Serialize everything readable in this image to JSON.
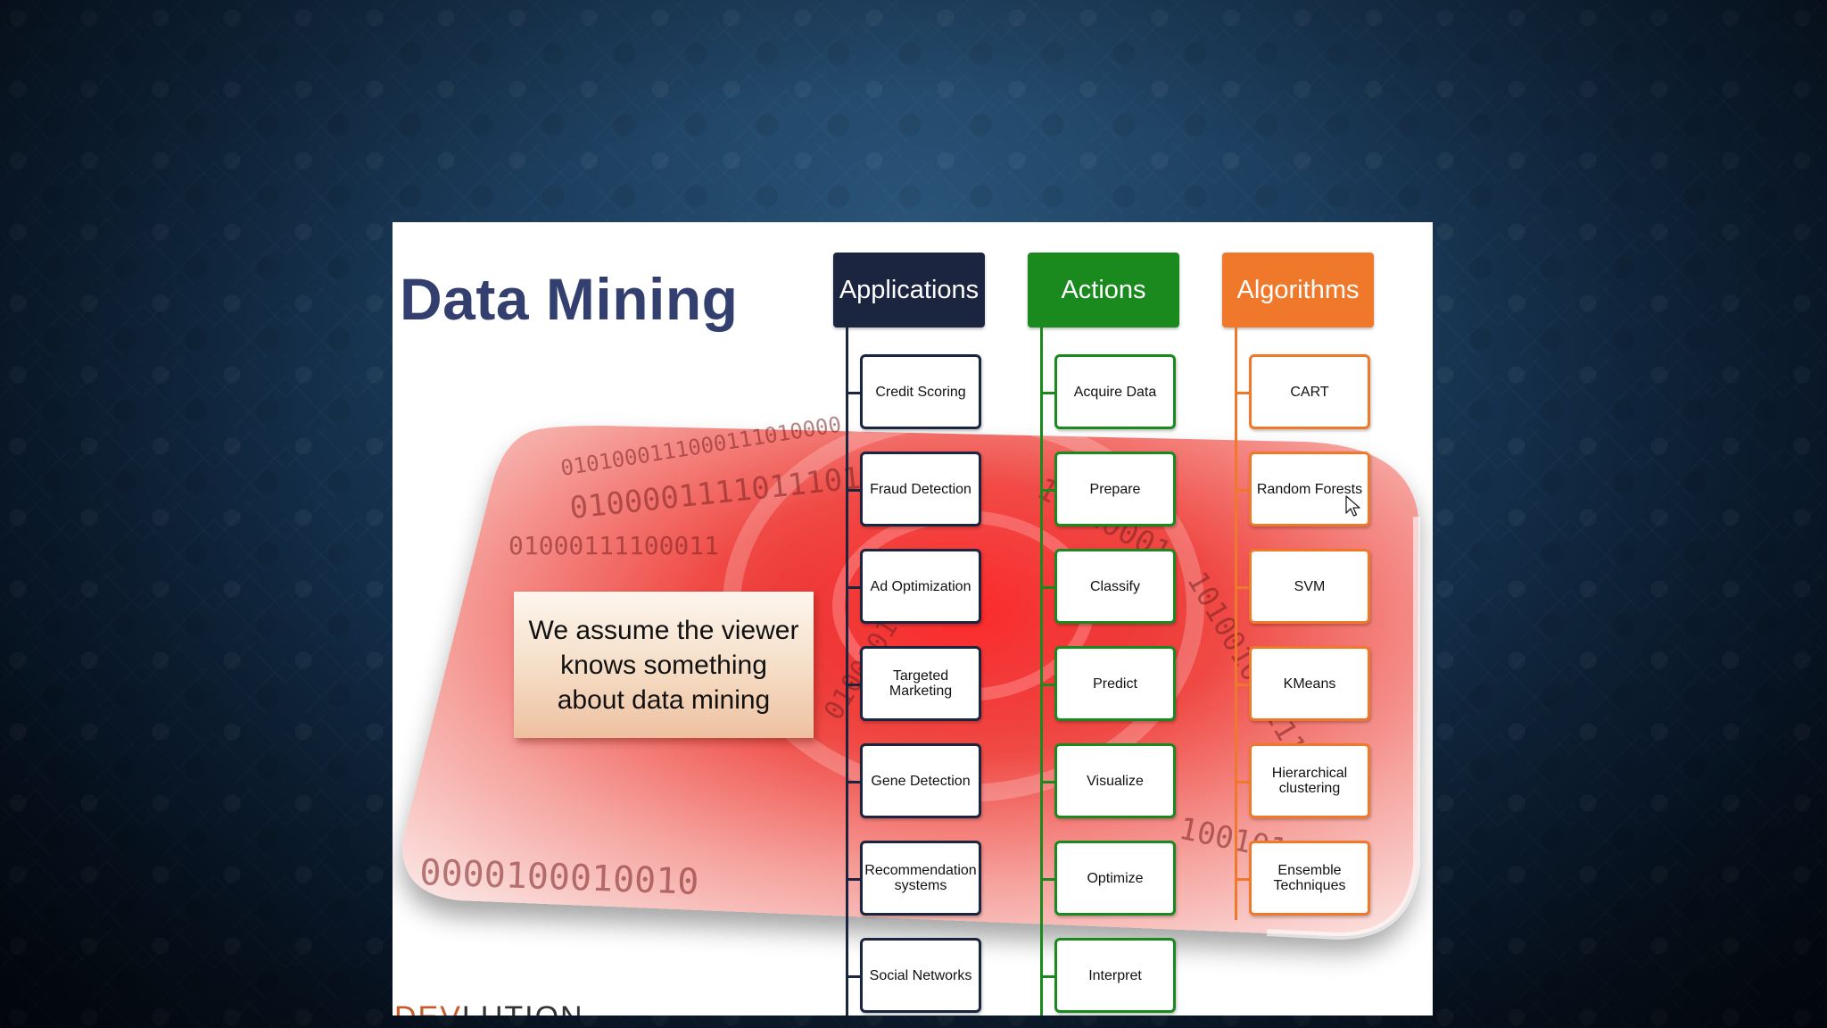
{
  "slide": {
    "title": "Data Mining",
    "callout_text": "We assume the viewer\nknows something\nabout data mining",
    "logo_left": "DEV",
    "logo_right": "LUTION"
  },
  "colors": {
    "title": "#33406f",
    "applications": "#1c2540",
    "actions": "#1a8a1f",
    "algorithms": "#f0782a"
  },
  "columns": [
    {
      "header": "Applications",
      "color": "#1c2540",
      "items": [
        "Credit Scoring",
        "Fraud Detection",
        "Ad Optimization",
        "Targeted\nMarketing",
        "Gene Detection",
        "Recommendation\nsystems",
        "Social Networks"
      ]
    },
    {
      "header": "Actions",
      "color": "#1a8a1f",
      "items": [
        "Acquire Data",
        "Prepare",
        "Classify",
        "Predict",
        "Visualize",
        "Optimize",
        "Interpret"
      ]
    },
    {
      "header": "Algorithms",
      "color": "#f0782a",
      "items": [
        "CART",
        "Random Forests",
        "SVM",
        "KMeans",
        "Hierarchical\nclustering",
        "Ensemble\nTechniques"
      ]
    }
  ],
  "binary_strings": [
    "0101000111000111010000",
    "01000011110111010100",
    "01000111100011",
    "0000100010010",
    "10110001",
    "1010010001110",
    "100101",
    "0100001"
  ],
  "icons": {
    "cursor": "mouse-pointer-icon"
  }
}
